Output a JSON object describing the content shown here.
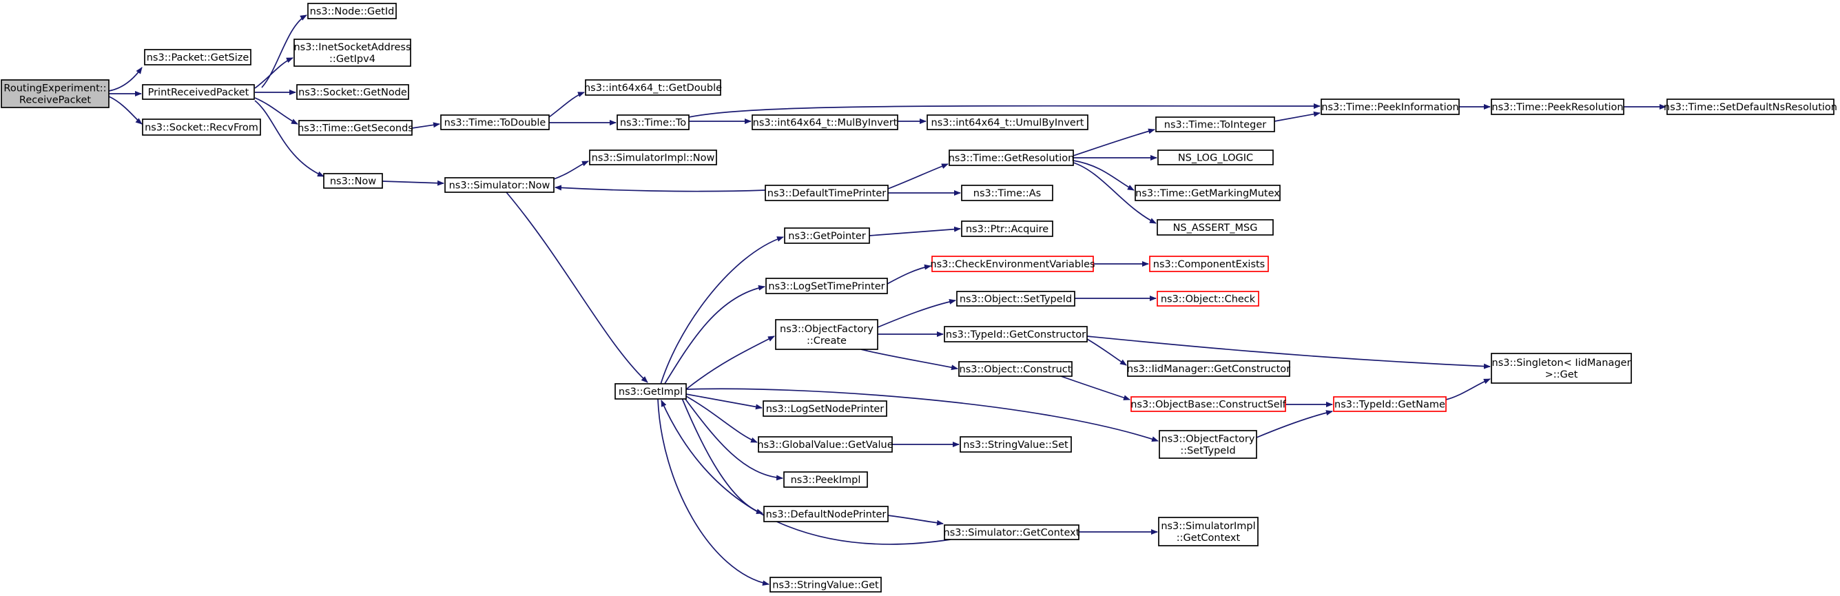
{
  "graph": {
    "colors": {
      "edge": "#191970",
      "node_border": "#000000",
      "root_fill": "#bfbfbf",
      "incomplete_border": "#ff0000"
    },
    "nodes": [
      {
        "id": "root",
        "lines": [
          "RoutingExperiment::",
          "ReceivePacket"
        ],
        "style": "root"
      },
      {
        "id": "getsize",
        "lines": [
          "ns3::Packet::GetSize"
        ]
      },
      {
        "id": "prp",
        "lines": [
          "PrintReceivedPacket"
        ]
      },
      {
        "id": "recvfrom",
        "lines": [
          "ns3::Socket::RecvFrom"
        ]
      },
      {
        "id": "nodegetid",
        "lines": [
          "ns3::Node::GetId"
        ]
      },
      {
        "id": "inet",
        "lines": [
          "ns3::InetSocketAddress",
          "::GetIpv4"
        ]
      },
      {
        "id": "socketgetnode",
        "lines": [
          "ns3::Socket::GetNode"
        ]
      },
      {
        "id": "getseconds",
        "lines": [
          "ns3::Time::GetSeconds"
        ]
      },
      {
        "id": "now",
        "lines": [
          "ns3::Now"
        ]
      },
      {
        "id": "todouble",
        "lines": [
          "ns3::Time::ToDouble"
        ]
      },
      {
        "id": "i64getdouble",
        "lines": [
          "ns3::int64x64_t::GetDouble"
        ]
      },
      {
        "id": "timeto",
        "lines": [
          "ns3::Time::To"
        ]
      },
      {
        "id": "mulbyinvert",
        "lines": [
          "ns3::int64x64_t::MulByInvert"
        ]
      },
      {
        "id": "umulbyinvert",
        "lines": [
          "ns3::int64x64_t::UmulByInvert"
        ]
      },
      {
        "id": "peekinfo",
        "lines": [
          "ns3::Time::PeekInformation"
        ]
      },
      {
        "id": "peekres",
        "lines": [
          "ns3::Time::PeekResolution"
        ]
      },
      {
        "id": "setdefres",
        "lines": [
          "ns3::Time::SetDefaultNsResolution"
        ]
      },
      {
        "id": "timetointeger",
        "lines": [
          "ns3::Time::ToInteger"
        ]
      },
      {
        "id": "simnow",
        "lines": [
          "ns3::Simulator::Now"
        ]
      },
      {
        "id": "simimplnow",
        "lines": [
          "ns3::SimulatorImpl::Now"
        ]
      },
      {
        "id": "deftimeprinter",
        "lines": [
          "ns3::DefaultTimePrinter"
        ]
      },
      {
        "id": "getresolution",
        "lines": [
          "ns3::Time::GetResolution"
        ]
      },
      {
        "id": "nslog",
        "lines": [
          "NS_LOG_LOGIC"
        ]
      },
      {
        "id": "timeas",
        "lines": [
          "ns3::Time::As"
        ]
      },
      {
        "id": "markingmutex",
        "lines": [
          "ns3::Time::GetMarkingMutex"
        ]
      },
      {
        "id": "nsassert",
        "lines": [
          "NS_ASSERT_MSG"
        ]
      },
      {
        "id": "getpointer",
        "lines": [
          "ns3::GetPointer"
        ]
      },
      {
        "id": "ptracquire",
        "lines": [
          "ns3::Ptr::Acquire"
        ]
      },
      {
        "id": "logsettimeprinter",
        "lines": [
          "ns3::LogSetTimePrinter"
        ]
      },
      {
        "id": "checkenv",
        "lines": [
          "ns3::CheckEnvironmentVariables"
        ],
        "style": "red"
      },
      {
        "id": "compexists",
        "lines": [
          "ns3::ComponentExists"
        ],
        "style": "red"
      },
      {
        "id": "objfactorycreate",
        "lines": [
          "ns3::ObjectFactory",
          "::Create"
        ]
      },
      {
        "id": "objsettypeid",
        "lines": [
          "ns3::Object::SetTypeId"
        ]
      },
      {
        "id": "objcheck",
        "lines": [
          "ns3::Object::Check"
        ],
        "style": "red"
      },
      {
        "id": "typeidgetctor",
        "lines": [
          "ns3::TypeId::GetConstructor"
        ]
      },
      {
        "id": "iidmgrgetctor",
        "lines": [
          "ns3::IidManager::GetConstructor"
        ]
      },
      {
        "id": "singleton",
        "lines": [
          "ns3::Singleton< IidManager",
          ">::Get"
        ]
      },
      {
        "id": "objconstruct",
        "lines": [
          "ns3::Object::Construct"
        ]
      },
      {
        "id": "constructself",
        "lines": [
          "ns3::ObjectBase::ConstructSelf"
        ],
        "style": "red"
      },
      {
        "id": "typeidgetname",
        "lines": [
          "ns3::TypeId::GetName"
        ],
        "style": "red"
      },
      {
        "id": "getimpl",
        "lines": [
          "ns3::GetImpl"
        ]
      },
      {
        "id": "logsetnodeprinter",
        "lines": [
          "ns3::LogSetNodePrinter"
        ]
      },
      {
        "id": "globalvaluegetvalue",
        "lines": [
          "ns3::GlobalValue::GetValue"
        ]
      },
      {
        "id": "stringvalueset",
        "lines": [
          "ns3::StringValue::Set"
        ]
      },
      {
        "id": "objfactorysettypeid",
        "lines": [
          "ns3::ObjectFactory",
          "::SetTypeId"
        ]
      },
      {
        "id": "peekimpl",
        "lines": [
          "ns3::PeekImpl"
        ]
      },
      {
        "id": "defnodeprinter",
        "lines": [
          "ns3::DefaultNodePrinter"
        ]
      },
      {
        "id": "simgetcontext",
        "lines": [
          "ns3::Simulator::GetContext"
        ]
      },
      {
        "id": "simimplgetcontext",
        "lines": [
          "ns3::SimulatorImpl",
          "::GetContext"
        ]
      },
      {
        "id": "stringvalueget",
        "lines": [
          "ns3::StringValue::Get"
        ]
      }
    ]
  }
}
